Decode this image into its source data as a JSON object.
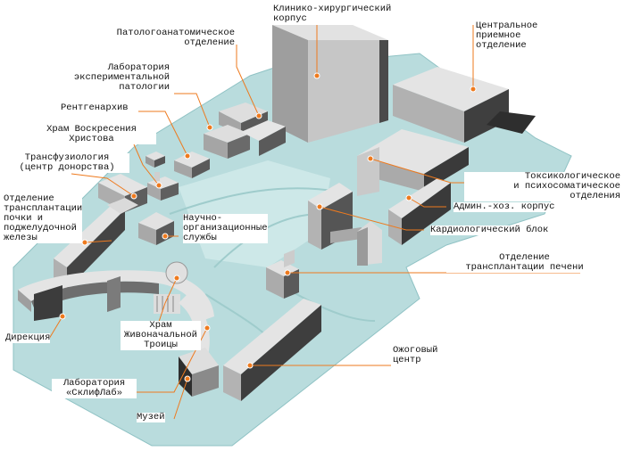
{
  "labels": {
    "surgical": "Клинико-хирургический\nкорпус",
    "pathology": "Патологоанатомическое\nотделение",
    "admission": "Центральное\nприемное\nотделение",
    "lab_exp": "Лаборатория\nэкспериментальной\nпатологии",
    "xray": "Рентгенархив",
    "church_christ": "Храм Воскресения\nХристова",
    "transfusion": "Трансфузиология\n(центр донорства)",
    "transplant_kidney": "Отделение\nтрансплантации\nпочки и\nподжелудочной\nжелезы",
    "science": "Научно-\nорганизационные\nслужбы",
    "toxicology": "Токсикологическое\nи психосоматическое\nотделения",
    "admin": "Админ.-хоз. корпус",
    "cardio": "Кардиологический блок",
    "transplant_liver": "Отделение\nтрансплантации печени",
    "directorate": "Дирекция",
    "trinity": "Храм\nЖивоначальной\nТроицы",
    "sklif_lab": "Лаборатория\n«СклифЛаб»",
    "burn": "Ожоговый\nцентр",
    "museum": "Музей"
  },
  "colors": {
    "ground": "#b9dcdd",
    "ground_edge": "#8fc2c4",
    "building_top": "#e6e6e6",
    "building_side": "#a9a9a9",
    "building_dark": "#3c3c3c",
    "leader": "#ee7a1e",
    "marker": "#ee7a1e"
  }
}
